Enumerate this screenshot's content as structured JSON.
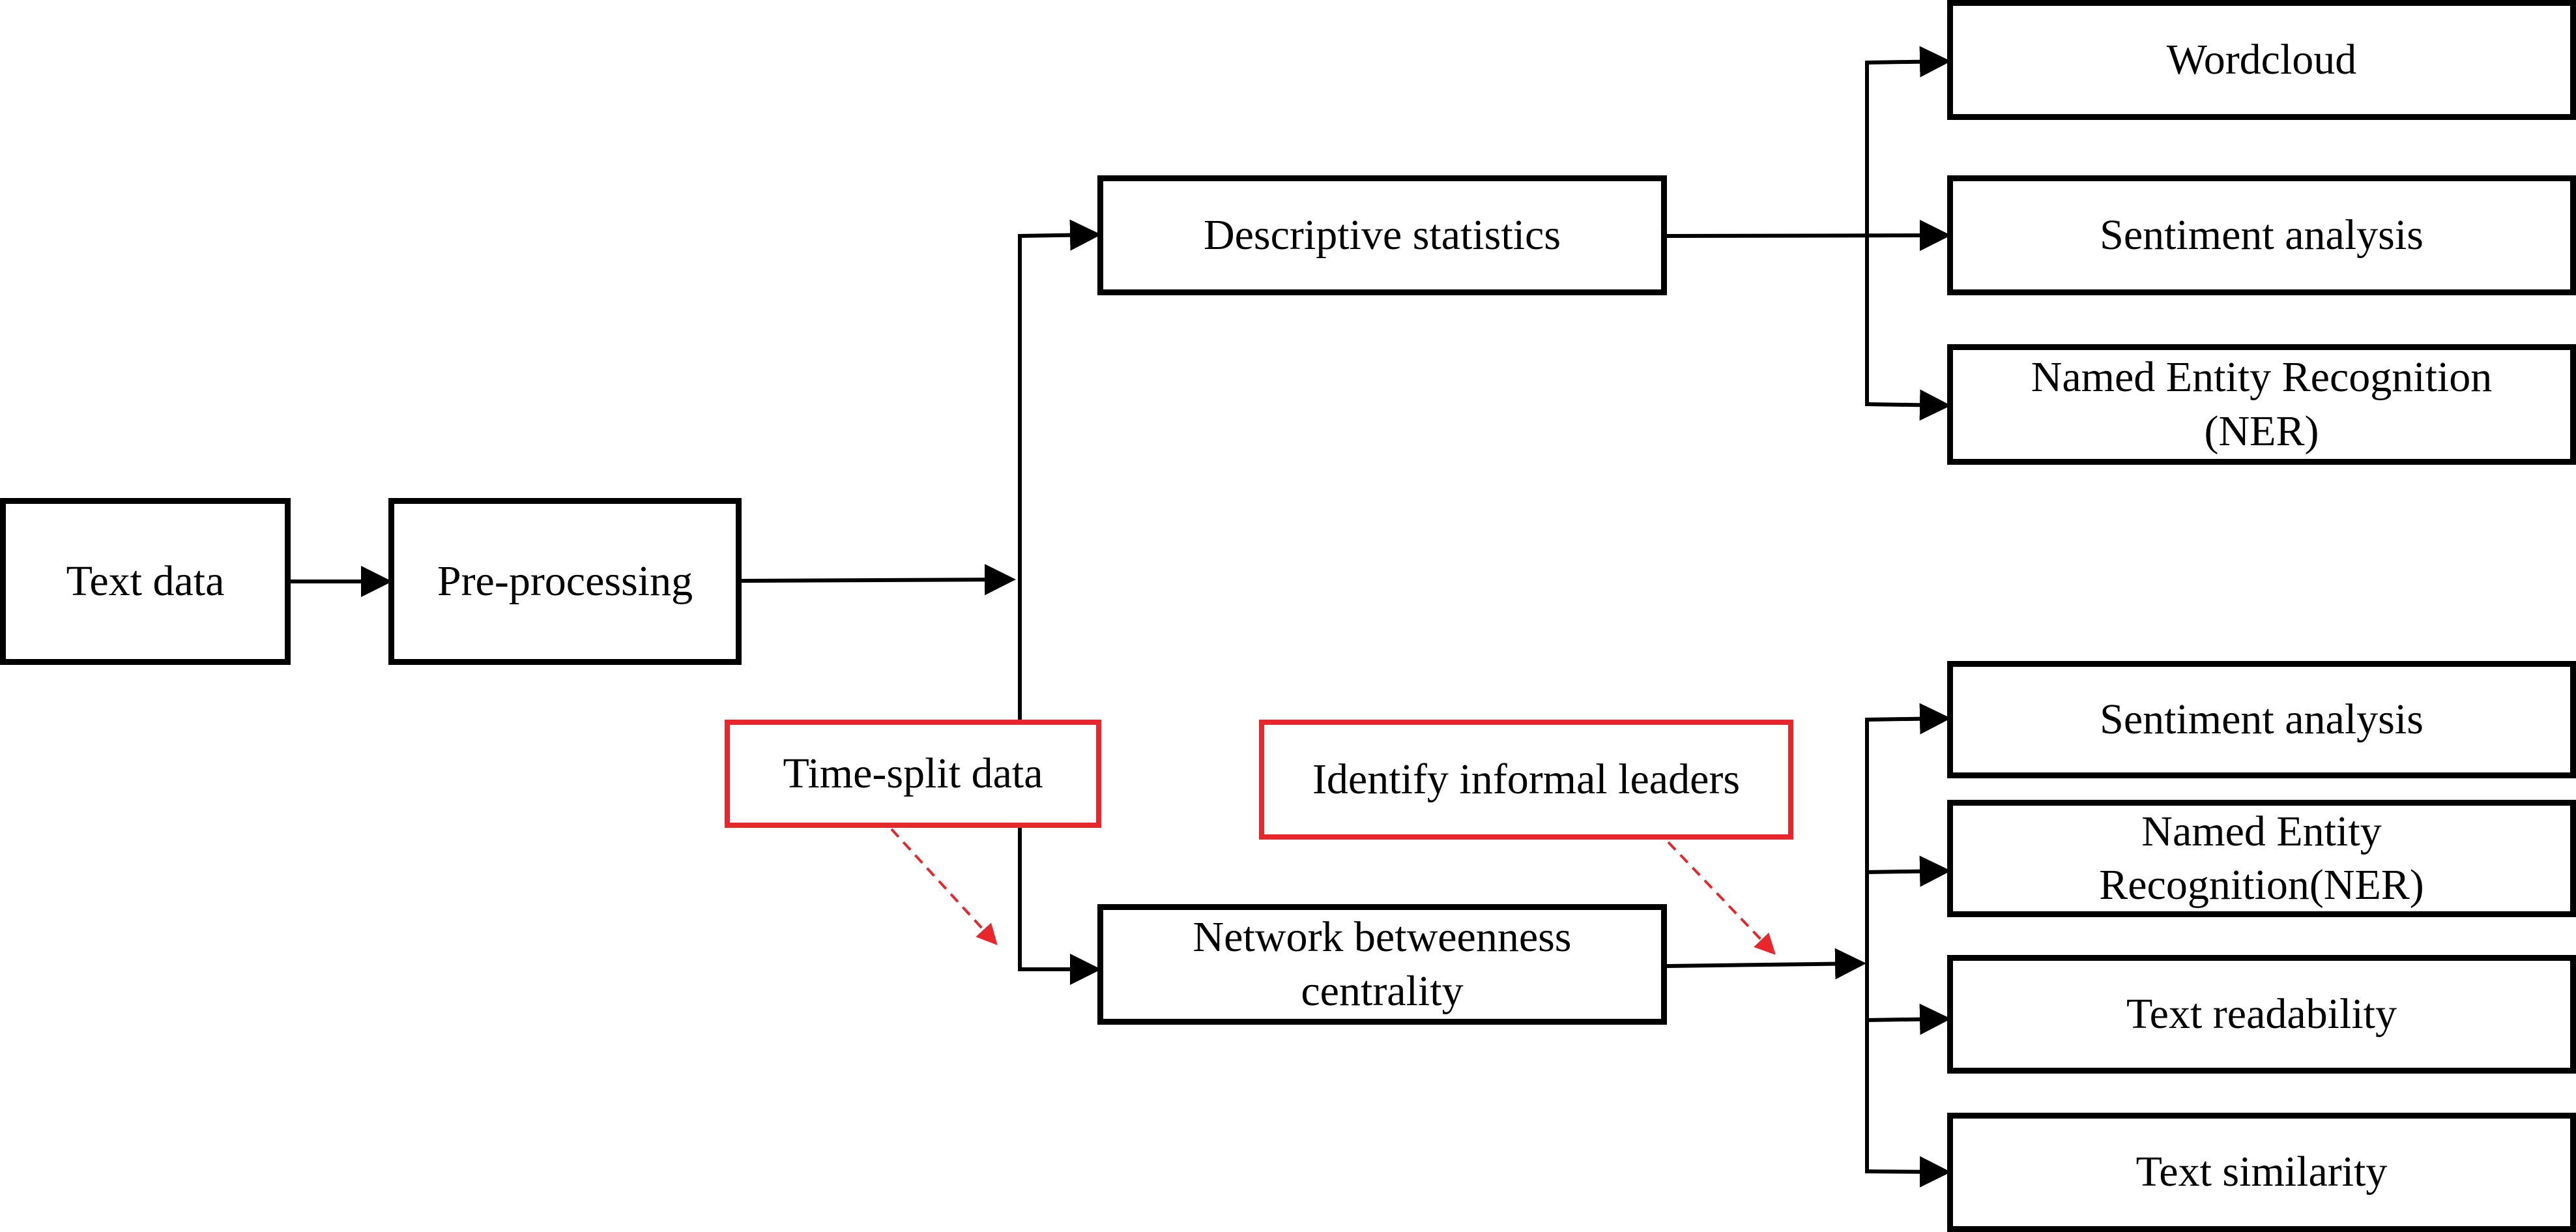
{
  "colors": {
    "line": "#000000",
    "annotation": "#e8262b"
  },
  "nodes": {
    "text_data": "Text data",
    "pre_processing": "Pre-processing",
    "descriptive_statistics": "Descriptive statistics",
    "network_betweenness": [
      "Network betweenness",
      "centrality"
    ],
    "wordcloud": "Wordcloud",
    "sentiment_top": "Sentiment analysis",
    "ner_top": [
      "Named Entity Recognition",
      "(NER)"
    ],
    "sentiment_bottom": "Sentiment analysis",
    "ner_bottom": [
      "Named Entity",
      "Recognition(NER)"
    ],
    "text_readability": "Text readability",
    "text_similarity": "Text similarity"
  },
  "annotations": {
    "time_split": "Time-split data",
    "informal_leaders": "Identify informal leaders"
  }
}
